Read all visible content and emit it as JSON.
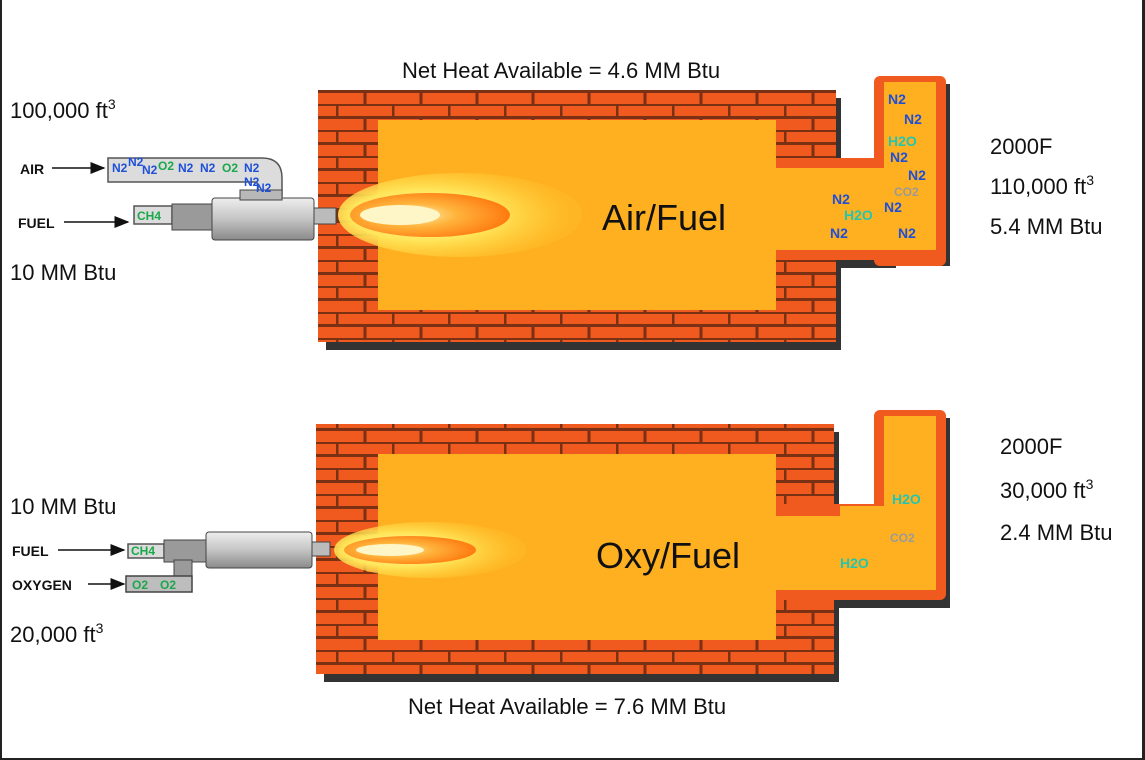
{
  "colors": {
    "brick": "#f05a1e",
    "mortar": "#7a3012",
    "interior": "#ffb020",
    "flame_core": "#ff8c10",
    "pipe": "#c8c8c8",
    "n2": "#1e4fd8",
    "o2": "#1aa84a",
    "h2o": "#22c6b0",
    "co2": "#9a9a9a"
  },
  "top": {
    "net_heat": "Net Heat Available = 4.6 MM Btu",
    "title": "Air/Fuel",
    "left": {
      "volume": "100,000 ft",
      "volume_sup": "3",
      "air_label": "AIR",
      "fuel_label": "FUEL",
      "energy": "10 MM Btu"
    },
    "right": {
      "temp": "2000F",
      "volume": "110,000 ft",
      "volume_sup": "3",
      "energy": "5.4 MM Btu"
    },
    "molecules": {
      "n2": "N2",
      "o2": "O2",
      "h2o": "H2O",
      "co2": "CO2",
      "ch4": "CH4"
    }
  },
  "bottom": {
    "net_heat": "Net Heat Available = 7.6 MM Btu",
    "title": "Oxy/Fuel",
    "left": {
      "energy": "10 MM Btu",
      "fuel_label": "FUEL",
      "oxygen_label": "OXYGEN",
      "volume": "20,000 ft",
      "volume_sup": "3"
    },
    "right": {
      "temp": "2000F",
      "volume": "30,000 ft",
      "volume_sup": "3",
      "energy": "2.4 MM Btu"
    },
    "molecules": {
      "o2": "O2",
      "h2o": "H2O",
      "co2": "CO2",
      "ch4": "CH4"
    }
  }
}
